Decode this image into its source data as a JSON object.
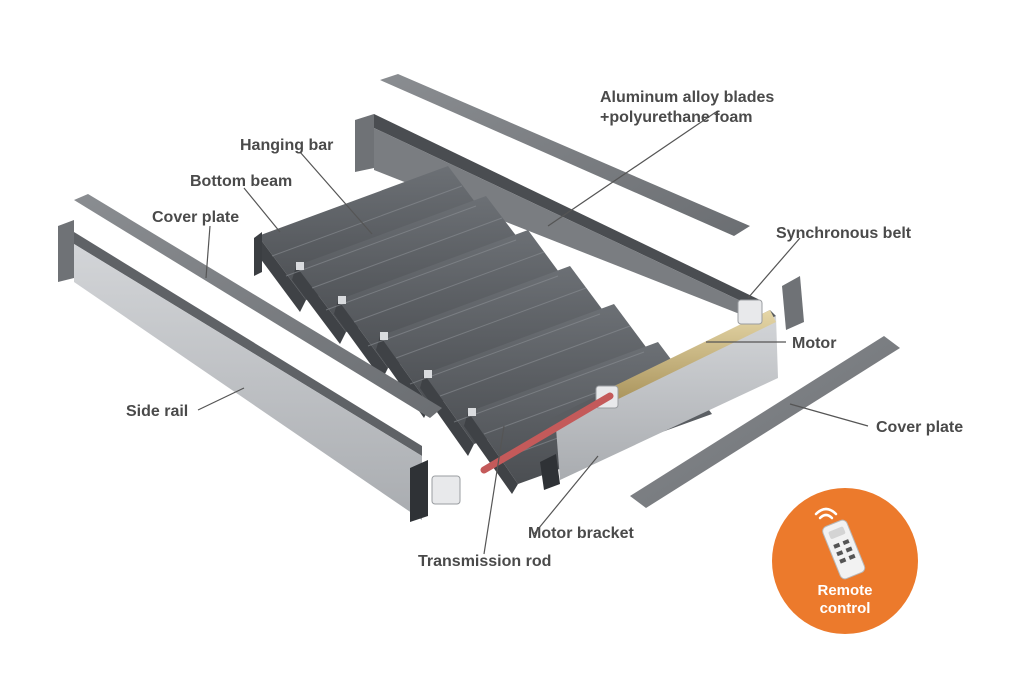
{
  "labels": {
    "blades_line1": "Aluminum alloy blades",
    "blades_line2": "+polyurethane foam",
    "hanging_bar": "Hanging bar",
    "bottom_beam": "Bottom beam",
    "cover_plate_left": "Cover plate",
    "synchronous_belt": "Synchronous belt",
    "motor": "Motor",
    "side_rail": "Side rail",
    "cover_plate_right": "Cover plate",
    "motor_bracket": "Motor bracket",
    "transmission_rod": "Transmission rod"
  },
  "badge": {
    "line1": "Remote",
    "line2": "control"
  },
  "colors": {
    "label_text": "#4a4a4a",
    "badge_bg": "#ec7a2c",
    "badge_text": "#ffffff",
    "blade_dark": "#5a5d61",
    "rail_light": "#b9bbbe",
    "cover_plate": "#76797d",
    "transmission_rod": "#c45a5a"
  },
  "icons": {
    "remote": "remote-control-icon",
    "signal": "wifi-signal-icon"
  }
}
